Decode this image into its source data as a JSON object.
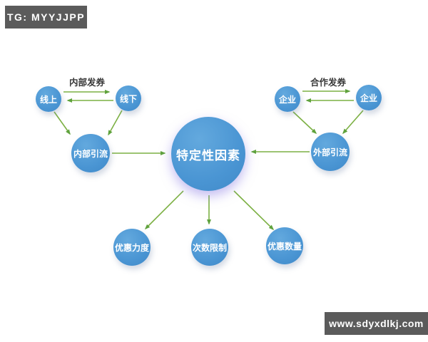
{
  "banners": {
    "tg": "TG: MYYJJPP",
    "site": "www.sdyxdlkj.com"
  },
  "diagram": {
    "center": {
      "label": "特定性因素"
    },
    "internal_group": {
      "title": "内部发券",
      "node_a": "线上",
      "node_b": "线下",
      "hub": "内部引流"
    },
    "partner_group": {
      "title": "合作发券",
      "node_a": "企业",
      "node_b": "企业",
      "hub": "外部引流"
    },
    "outcomes": {
      "strength": "优惠力度",
      "limit": "次数限制",
      "quantity": "优惠数量"
    },
    "colors": {
      "node_blue": "#4a95d3",
      "arrow_green": "#7cb043",
      "banner_bg": "#5b5b5b",
      "banner_text": "#ffffff",
      "title_text": "#383838",
      "center_glow": "#9284e6"
    }
  }
}
